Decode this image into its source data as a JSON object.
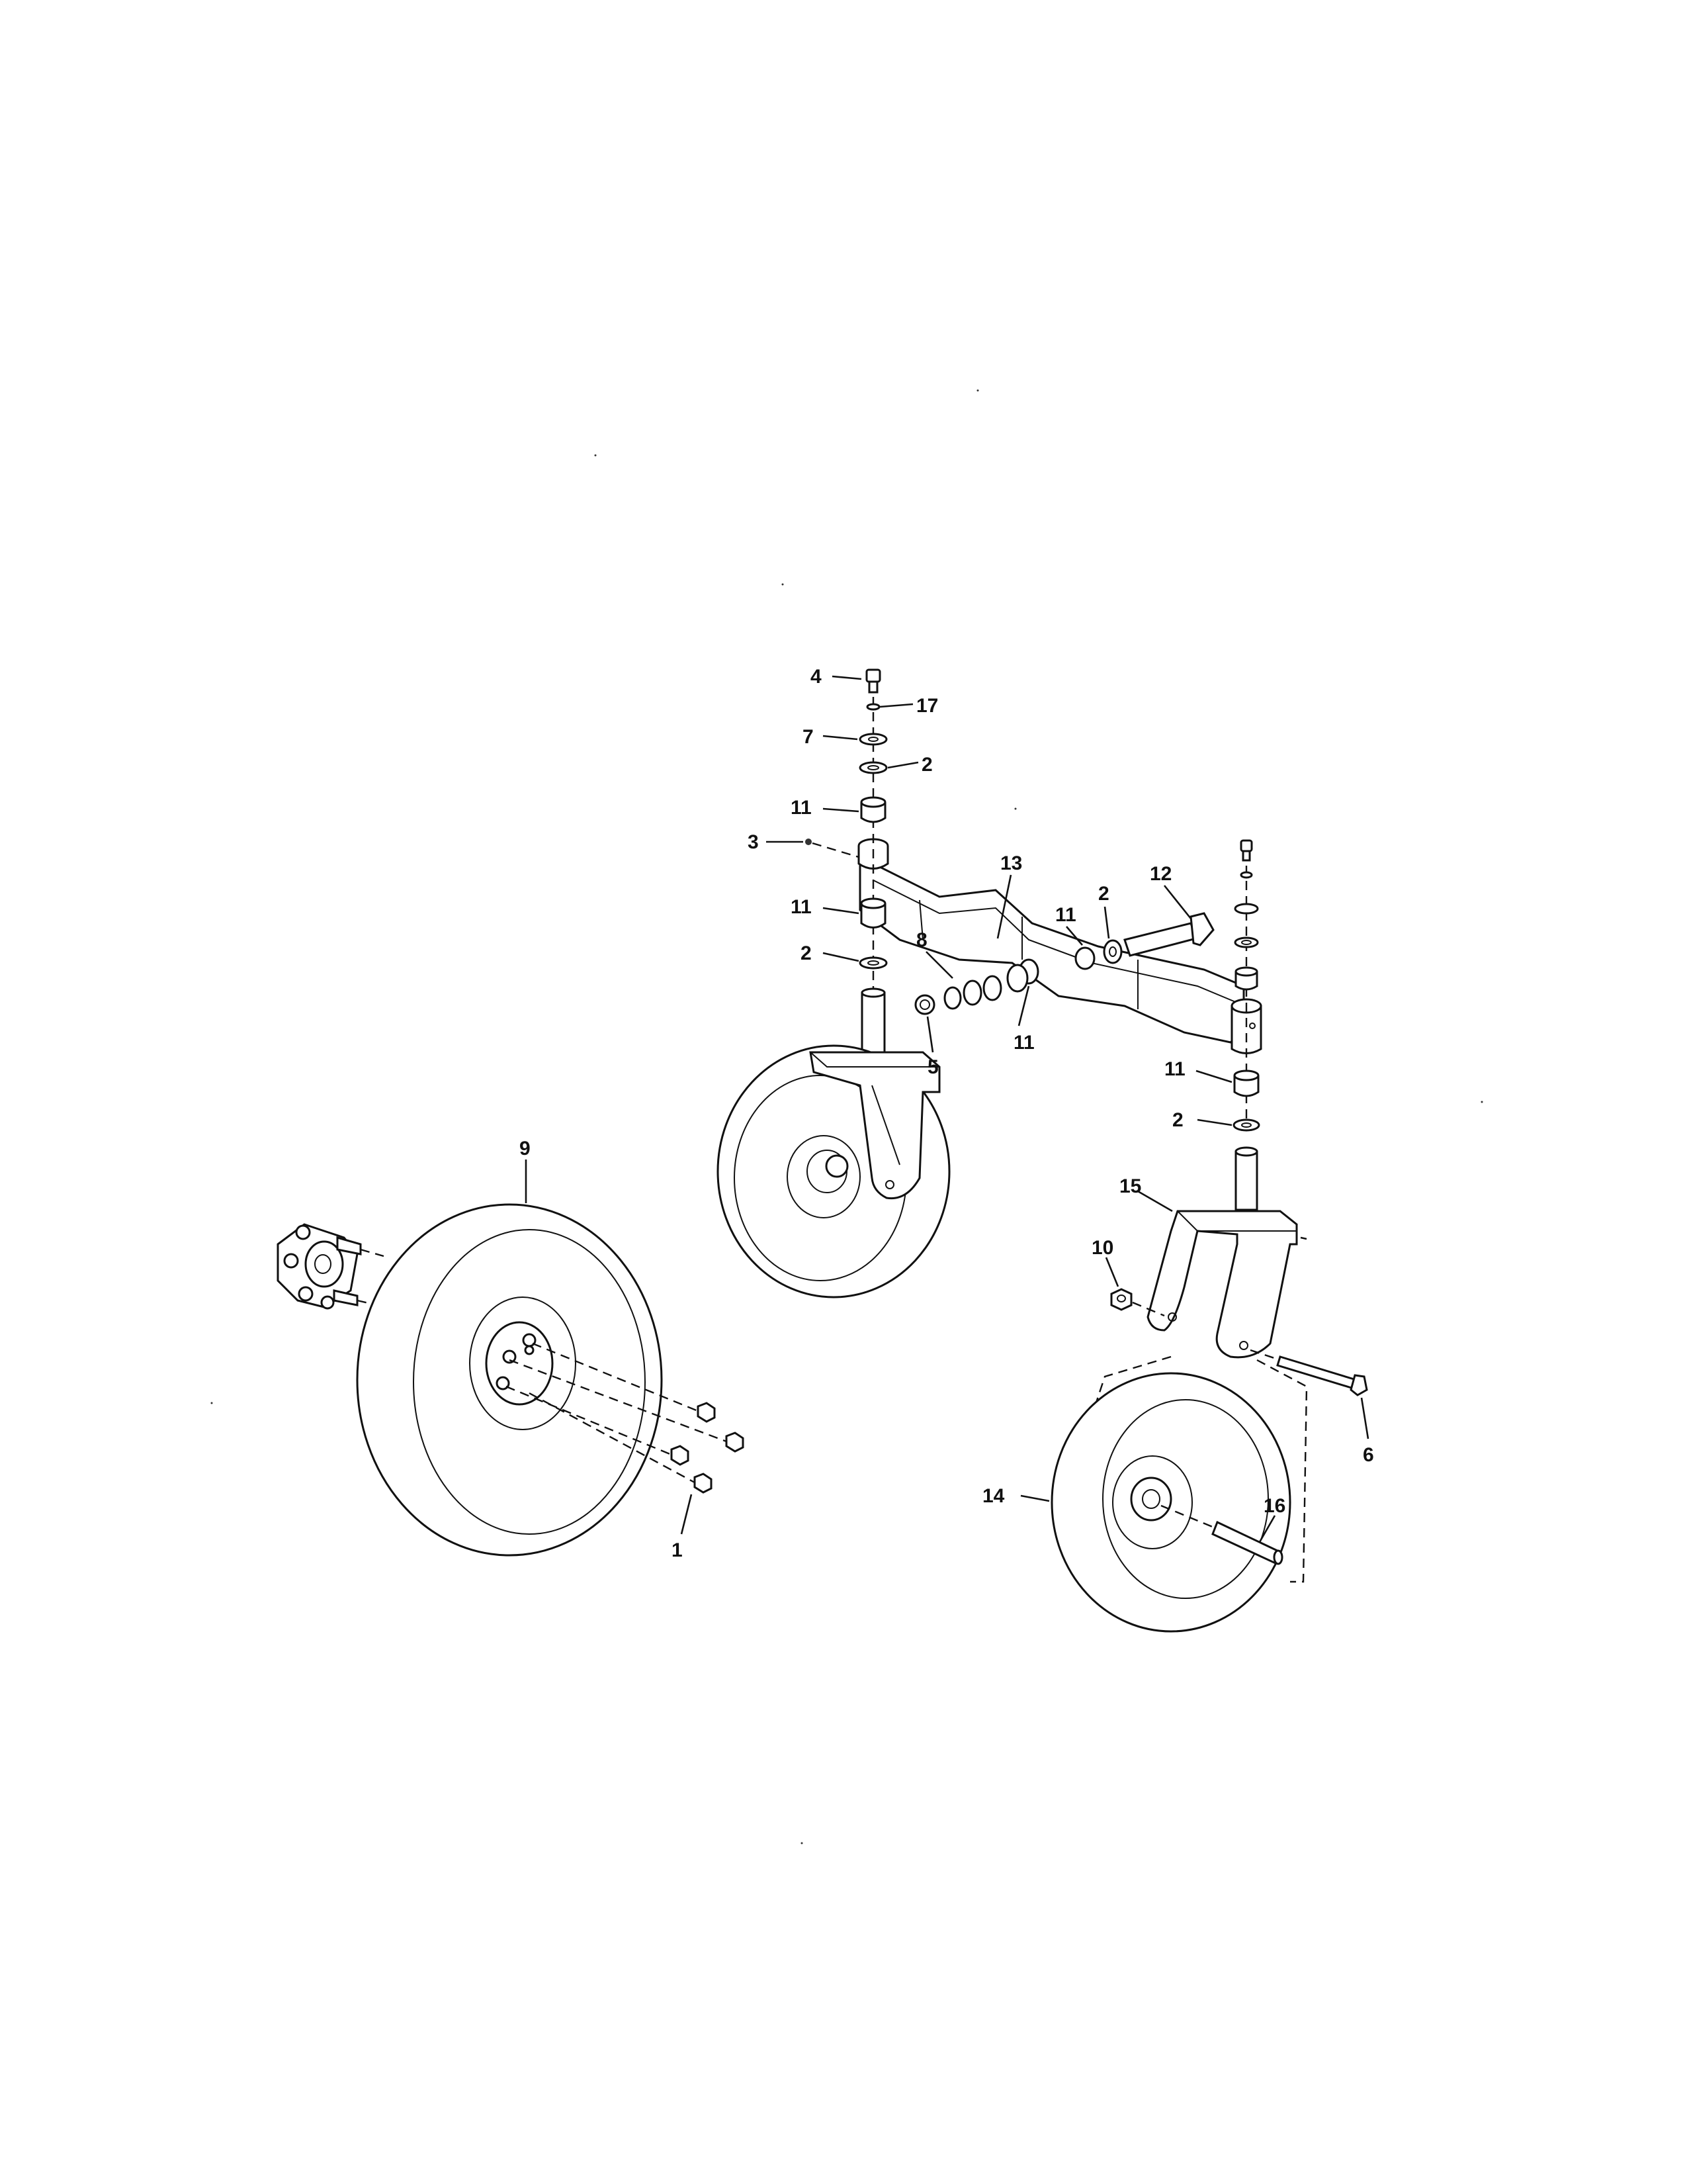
{
  "diagram": {
    "type": "exploded parts diagram",
    "callouts": [
      "1",
      "2",
      "3",
      "4",
      "5",
      "6",
      "7",
      "8",
      "9",
      "10",
      "11",
      "12",
      "13",
      "14",
      "15",
      "16",
      "17"
    ]
  },
  "callouts": {
    "c1": "1",
    "c2a": "2",
    "c2b": "2",
    "c2c": "2",
    "c2d": "2",
    "c3": "3",
    "c4": "4",
    "c5": "5",
    "c6": "6",
    "c7": "7",
    "c8": "8",
    "c9": "9",
    "c10": "10",
    "c11a": "11",
    "c11b": "11",
    "c11c": "11",
    "c11d": "11",
    "c11e": "11",
    "c12": "12",
    "c13": "13",
    "c14": "14",
    "c15": "15",
    "c16": "16",
    "c17": "17"
  }
}
